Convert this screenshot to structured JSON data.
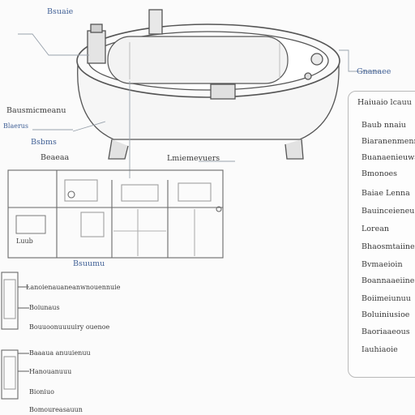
{
  "diagram": {
    "top_left_label": "Bsuaie",
    "left_labels": [
      "Bausmicmeanu",
      "Blaerus"
    ],
    "left_blue_label": "Bsbms",
    "left_small_label": "Beaeaa",
    "center_label": "Lmiemevuers",
    "grid_caption": "Bsuumu",
    "grid_inner_label": "Luub",
    "right_header": "Gnanaee",
    "panel": {
      "header": "Haiuaio lcauu",
      "items": [
        "Baub nnaiu",
        "Biaranenmenr",
        "Buanaenieuwa",
        "Bmonoes",
        "Baiae Lenna",
        "Bauinceieneu",
        "Lorean",
        "Bhaosmtaiine",
        "Bvmaeioin",
        "Boannaaeiine",
        "Boiimeiunuu",
        "Boluiniusioe",
        "Baoriaaeous",
        "Iauhiaoie"
      ]
    },
    "legend": [
      "Lanoienauaneanwnouennuie",
      "Boiunaus",
      "Bouuoonuuuuiry ouenoe",
      "Baaaua anuuienuu",
      "Hanouanuuu",
      "Bioniuo",
      "Bomoureasauun"
    ]
  }
}
